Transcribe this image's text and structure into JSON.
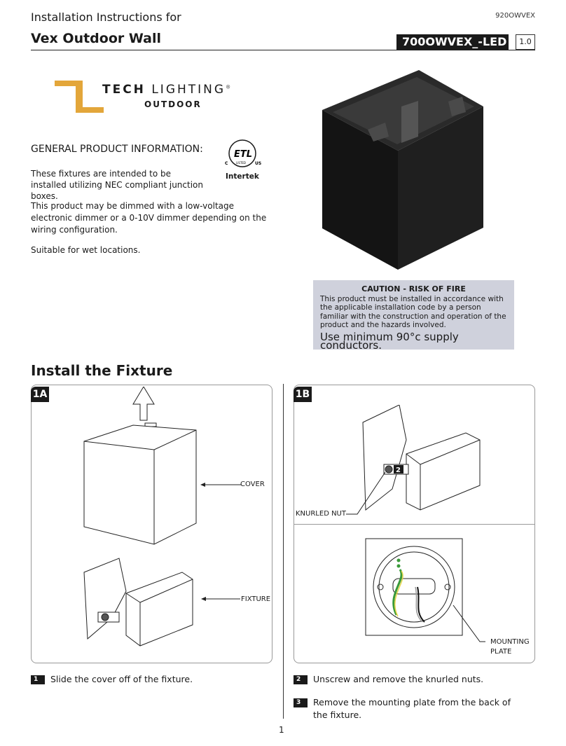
{
  "header": {
    "pre_title": "Installation Instructions for",
    "title": "Vex Outdoor Wall",
    "doc_number": "920OWVEX",
    "model": "700OWVEX_-LED",
    "version": "1.0"
  },
  "logo": {
    "brand_bold": "TECH",
    "brand_light": "LIGHTING",
    "registered": "®",
    "sub": "OUTDOOR"
  },
  "certification": {
    "mark": "ETL",
    "listed": "LISTED",
    "c": "C",
    "us": "US",
    "name": "Intertek"
  },
  "general": {
    "title": "GENERAL PRODUCT INFORMATION:",
    "p1": "These fixtures are intended to be installed utilizing NEC compliant junction boxes.",
    "p2": "This product may be dimmed with a low-voltage electronic dimmer or a 0-10V dimmer depending on the wiring configuration.",
    "p3": "Suitable for wet locations."
  },
  "caution": {
    "title": "CAUTION - RISK OF FIRE",
    "body": "This product must be installed in accordance with the applicable installation code by a person familiar with the construction and operation of the product and the hazards involved.",
    "big": "Use minimum 90°c supply conductors."
  },
  "install": {
    "title": "Install the Fixture",
    "panel_a": {
      "tag": "1A",
      "cover_label": "COVER",
      "fixture_label": "FIXTURE"
    },
    "panel_b": {
      "tag": "1B",
      "knurled_label": "KNURLED NUT",
      "badge": "2",
      "mounting_label_1": "MOUNTING",
      "mounting_label_2": "PLATE"
    }
  },
  "steps": [
    {
      "n": "1",
      "text": "Slide the cover off of the fixture."
    },
    {
      "n": "2",
      "text": "Unscrew and remove the knurled nuts."
    },
    {
      "n": "3",
      "text": "Remove the mounting plate from the back of the fixture."
    }
  ],
  "page_number": "1",
  "colors": {
    "logo_gold": "#e3a63a",
    "caution_bg": "#cfd1dc",
    "dark": "#1a1a1a"
  }
}
